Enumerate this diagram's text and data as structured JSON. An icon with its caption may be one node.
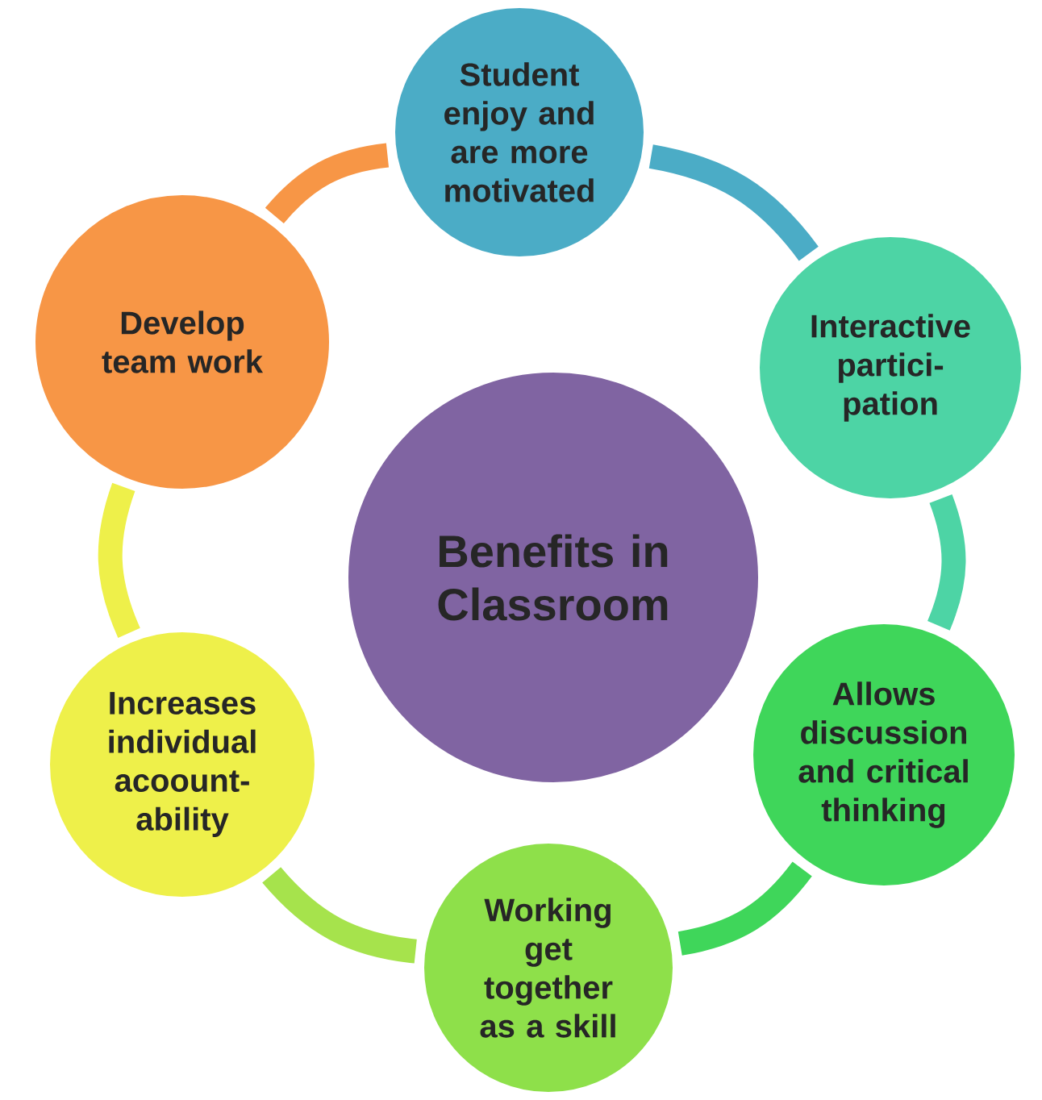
{
  "diagram": {
    "nodes": [
      {
        "text": [
          "Benefits in Classroom"
        ]
      },
      {
        "text": [
          "Student enjoy and are more motivated"
        ]
      },
      {
        "text": [
          "Interactive partici- pation"
        ]
      },
      {
        "text": [
          "Allows discussion and critical thinking"
        ]
      },
      {
        "text": [
          "Working get together as a skill"
        ]
      },
      {
        "text": [
          "Increases individual acoount- ability"
        ]
      },
      {
        "text": [
          "Develop team work"
        ]
      }
    ],
    "edges": [
      {
        "from": 1,
        "to": 2,
        "arrow": "none",
        "color": "#4bacc6"
      },
      {
        "from": 2,
        "to": 3,
        "arrow": "none",
        "color": "#4dd4a5"
      },
      {
        "from": 3,
        "to": 4,
        "arrow": "none",
        "color": "#3fd65a"
      },
      {
        "from": 4,
        "to": 5,
        "arrow": "none",
        "color": "#a6e34c"
      },
      {
        "from": 5,
        "to": 6,
        "arrow": "none",
        "color": "#eef04a"
      },
      {
        "from": 6,
        "to": 1,
        "arrow": "none",
        "color": "#f79646"
      }
    ]
  }
}
